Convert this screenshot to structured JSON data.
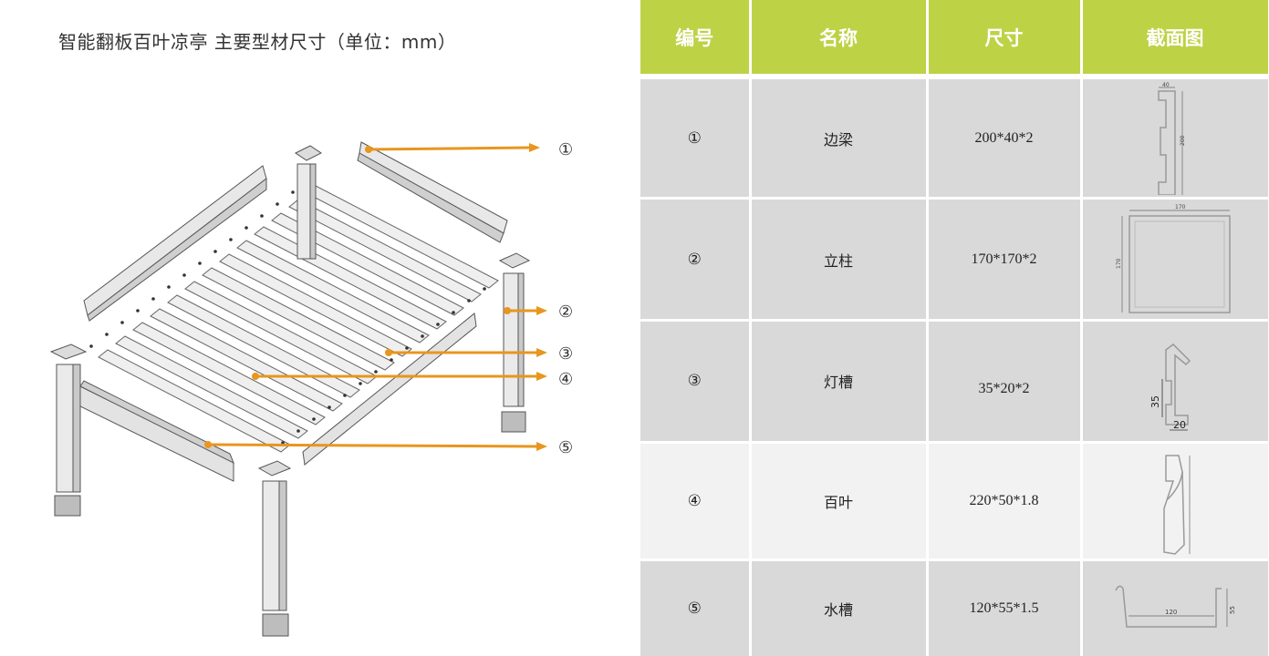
{
  "title": "智能翻板百叶凉亭 主要型材尺寸（单位：mm）",
  "callouts": [
    "①",
    "②",
    "③",
    "④",
    "⑤"
  ],
  "colors": {
    "header": "#bed246",
    "row": "#d9d9d9",
    "row_light": "#f2f2f2",
    "arrow": "#e8961e"
  },
  "table": {
    "headers": [
      "编号",
      "名称",
      "尺寸",
      "截面图"
    ],
    "rows": [
      {
        "no": "①",
        "name": "边梁",
        "size": "200*40*2",
        "dims": [
          "40",
          "200"
        ]
      },
      {
        "no": "②",
        "name": "立柱",
        "size": "170*170*2",
        "dims": [
          "170",
          "170"
        ]
      },
      {
        "no": "③",
        "name": "灯槽",
        "size": "35*20*2",
        "dims": [
          "35",
          "20"
        ]
      },
      {
        "no": "④",
        "name": "百叶",
        "size": "220*50*1.8",
        "dims": []
      },
      {
        "no": "⑤",
        "name": "水槽",
        "size": "120*55*1.5",
        "dims": [
          "120",
          "55"
        ]
      }
    ]
  }
}
